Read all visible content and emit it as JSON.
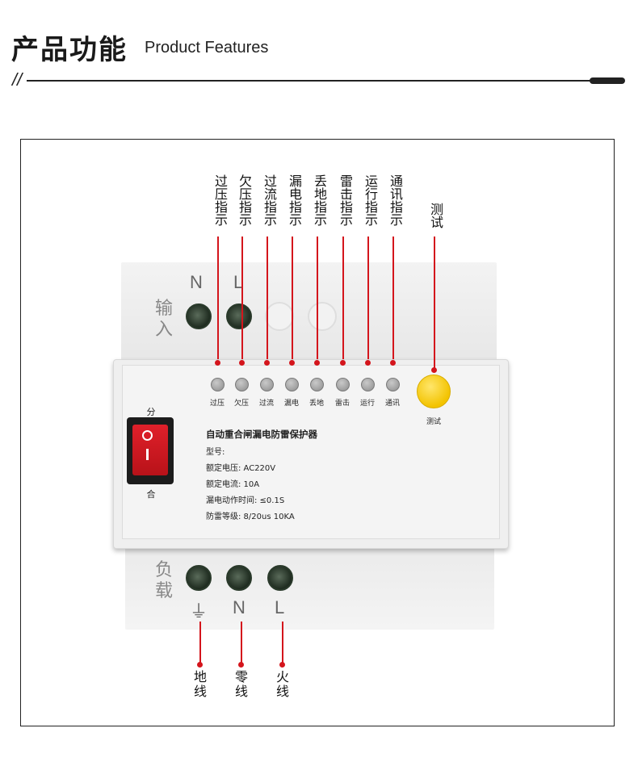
{
  "header": {
    "title_cn": "产品功能",
    "title_en": "Product Features",
    "divider_prefix": "//"
  },
  "indicators": [
    {
      "callout": "过压指示",
      "panel": "过压"
    },
    {
      "callout": "欠压指示",
      "panel": "欠压"
    },
    {
      "callout": "过流指示",
      "panel": "过流"
    },
    {
      "callout": "漏电指示",
      "panel": "漏电"
    },
    {
      "callout": "丢地指示",
      "panel": "丢地"
    },
    {
      "callout": "雷击指示",
      "panel": "雷击"
    },
    {
      "callout": "运行指示",
      "panel": "运行"
    },
    {
      "callout": "通讯指示",
      "panel": "通讯"
    }
  ],
  "test": {
    "callout": "测试",
    "panel": "测试"
  },
  "input": {
    "label": "输入",
    "n": "N",
    "l": "L"
  },
  "load": {
    "label": "负载",
    "n": "N",
    "l": "L",
    "ground": "⏚"
  },
  "switch": {
    "top": "分",
    "bottom": "合"
  },
  "specs": {
    "title": "自动重合闸漏电防雷保护器",
    "model": "型号:",
    "voltage": "额定电压:  AC220V",
    "current": "额定电流:  10A",
    "leak_time": "漏电动作时间:  ≤0.1S",
    "lightning": "防雷等级:  8/20us 10KA"
  },
  "wires": {
    "ground": "地线",
    "neutral": "零线",
    "live": "火线"
  },
  "colors": {
    "callout": "#d4151c",
    "test_button": "#f3c300",
    "switch": "#d4151c"
  }
}
